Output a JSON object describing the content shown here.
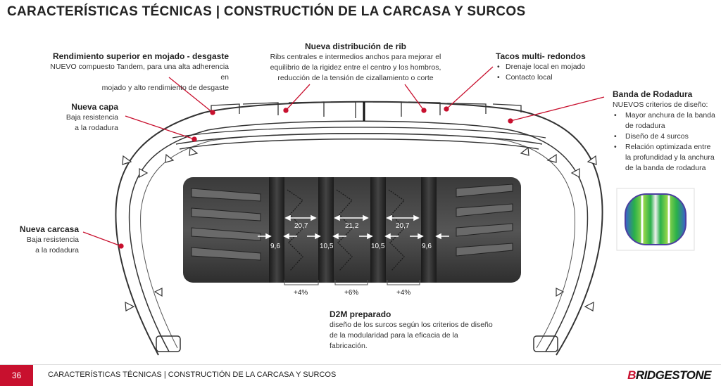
{
  "title": "CARACTERÍSTICAS TÉCNICAS | CONSTRUCTIÓN DE LA CARCASA Y SURCOS",
  "wet": {
    "heading": "Rendimiento superior en mojado - desgaste",
    "line1": "NUEVO compuesto Tandem, para una alta adherencia en",
    "line2": "mojado y alto rendimiento de desgaste"
  },
  "rib": {
    "heading": "Nueva distribución de rib",
    "line1": "Ribs centrales e intermedios anchos para mejorar el",
    "line2": "equilibrio de la rigidez entre el centro y los hombros,",
    "line3": "reducción de la tensión de cizallamiento o corte"
  },
  "tacos": {
    "heading": "Tacos multi- redondos",
    "items": [
      "Drenaje local en mojado",
      "Contacto local"
    ]
  },
  "capa": {
    "heading": "Nueva capa",
    "line1": "Baja resistencia",
    "line2": "a la rodadura"
  },
  "banda": {
    "heading": "Banda de Rodadura",
    "intro": "NUEVOS criterios de diseño:",
    "items": [
      "Mayor anchura de la banda de rodadura",
      "Diseño de 4 surcos",
      "Relación optimizada entre la profundidad y la anchura de la banda de rodadura"
    ]
  },
  "carcasa": {
    "heading": "Nueva carcasa",
    "line1": "Baja resistencia",
    "line2": "a la rodadura"
  },
  "d2m": {
    "heading": "D2M preparado",
    "line1": "diseño de los surcos según los criterios de diseño",
    "line2": "de la modularidad para la eficacia de la",
    "line3": "fabricación."
  },
  "dims": {
    "a": "20,7",
    "b": "21,2",
    "c": "20,7",
    "d": "9,6",
    "e": "10,5",
    "f": "10,5",
    "g": "9,6"
  },
  "pcts": {
    "p1": "+4%",
    "p2": "+6%",
    "p3": "+4%"
  },
  "footer": {
    "page": "36",
    "text": "CARACTERÍSTICAS TÉCNICAS | CONSTRUCTIÓN DE LA CARCASA Y SURCOS",
    "brand_first": "B",
    "brand_rest": "RIDGESTONE"
  },
  "colors": {
    "accent": "#c8102e",
    "tread_dark": "#2b2b2b",
    "outline": "#333333"
  }
}
